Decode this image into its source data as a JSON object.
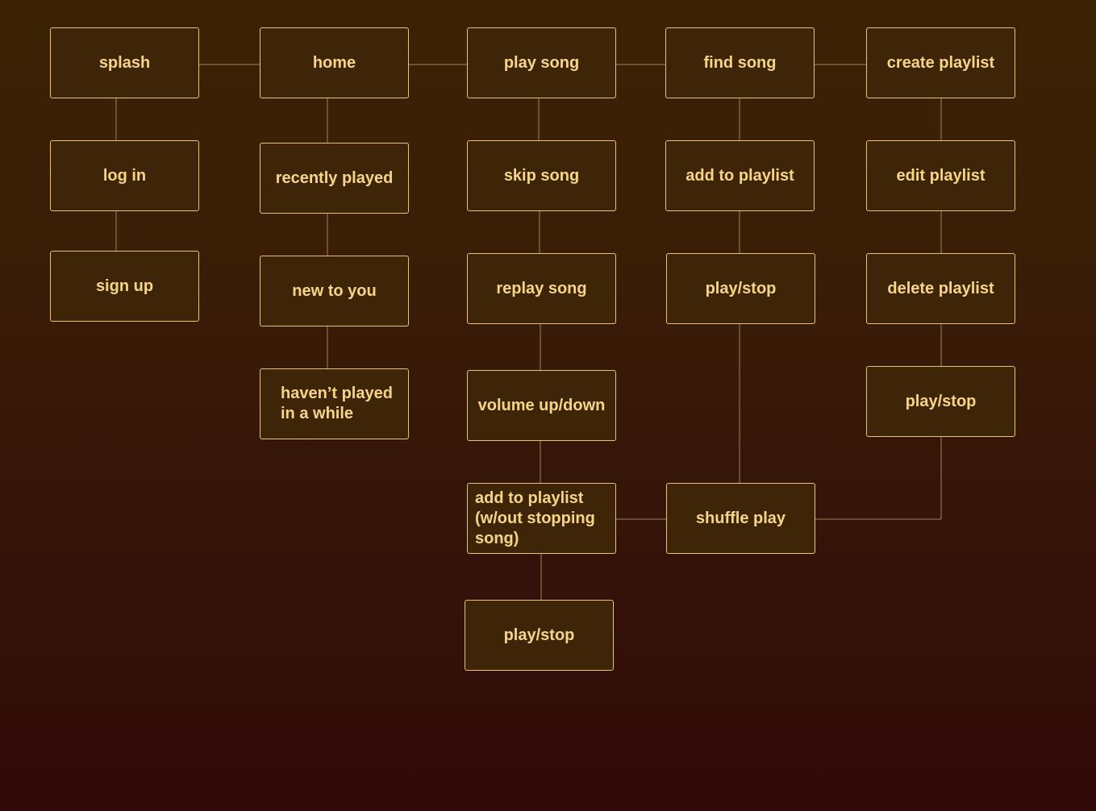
{
  "colors": {
    "background_top": "#3c2205",
    "background_bottom": "#300a08",
    "node_fill": "#3e2507",
    "node_border": "#e9c46f",
    "node_text": "#f6d684",
    "connector": "#9a8656"
  },
  "nodes": {
    "splash": "splash",
    "log_in": "log in",
    "sign_up": "sign up",
    "home": "home",
    "recently_played": "recently played",
    "new_to_you": "new to you",
    "havent_played": "haven’t played in a while",
    "play_song": "play song",
    "skip_song": "skip song",
    "replay_song": "replay song",
    "volume": "volume up/down",
    "add_to_playlist_no_stop": "add to playlist (w/out stopping song)",
    "play_stop_song": "play/stop",
    "find_song": "find song",
    "add_to_playlist": "add to playlist",
    "play_stop_find": "play/stop",
    "shuffle_play": "shuffle play",
    "create_playlist": "create playlist",
    "edit_playlist": "edit playlist",
    "delete_playlist": "delete playlist",
    "play_stop_playlist": "play/stop"
  },
  "edges": [
    [
      "splash",
      "home"
    ],
    [
      "home",
      "play_song"
    ],
    [
      "play_song",
      "find_song"
    ],
    [
      "find_song",
      "create_playlist"
    ],
    [
      "splash",
      "log_in"
    ],
    [
      "log_in",
      "sign_up"
    ],
    [
      "home",
      "recently_played"
    ],
    [
      "recently_played",
      "new_to_you"
    ],
    [
      "new_to_you",
      "havent_played"
    ],
    [
      "play_song",
      "skip_song"
    ],
    [
      "skip_song",
      "replay_song"
    ],
    [
      "replay_song",
      "volume"
    ],
    [
      "volume",
      "add_to_playlist_no_stop"
    ],
    [
      "add_to_playlist_no_stop",
      "play_stop_song"
    ],
    [
      "add_to_playlist_no_stop",
      "shuffle_play"
    ],
    [
      "find_song",
      "add_to_playlist"
    ],
    [
      "add_to_playlist",
      "play_stop_find"
    ],
    [
      "play_stop_find",
      "shuffle_play"
    ],
    [
      "create_playlist",
      "edit_playlist"
    ],
    [
      "edit_playlist",
      "delete_playlist"
    ],
    [
      "delete_playlist",
      "play_stop_playlist"
    ],
    [
      "play_stop_playlist",
      "shuffle_play"
    ]
  ]
}
